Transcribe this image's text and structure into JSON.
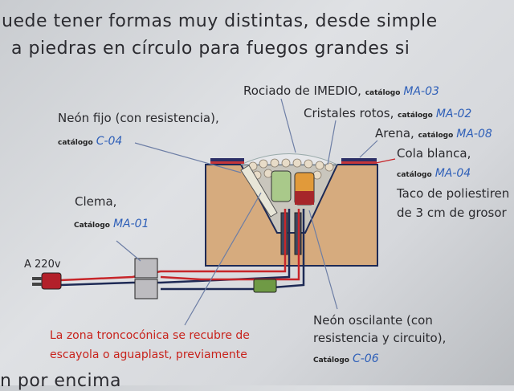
{
  "top_text": {
    "line1": "uede tener formas muy distintas, desde simple",
    "line2": "a piedras en círculo para fuegos grandes si",
    "bottom": "n por encima"
  },
  "labels": {
    "rociado": {
      "text": "Rociado de IMEDIO,",
      "cat": "catálogo",
      "code": "MA-03"
    },
    "cristales": {
      "text": "Cristales rotos,",
      "cat": "catálogo",
      "code": "MA-02"
    },
    "arena": {
      "text": "Arena,",
      "cat": "catálogo",
      "code": "MA-08"
    },
    "cola": {
      "text": "Cola blanca,",
      "cat": "catálogo",
      "code": "MA-04"
    },
    "taco": {
      "line1": "Taco de poliestiren",
      "line2": "de 3 cm de grosor"
    },
    "neon_fijo": {
      "text": "Neón fijo (con resistencia),",
      "cat": "catálogo",
      "code": "C-04"
    },
    "clema": {
      "text": "Clema,",
      "cat": "Catálogo",
      "code": "MA-01"
    },
    "plug": {
      "text": "A 220v"
    },
    "neon_osc": {
      "line1": "Neón oscilante (con",
      "line2": "resistencia y circuito),",
      "cat": "Catálogo",
      "code": "C-06"
    },
    "zona": {
      "line1": "La zona troncocónica se recubre de",
      "line2": "escayola o aguaplast, previamente"
    }
  }
}
